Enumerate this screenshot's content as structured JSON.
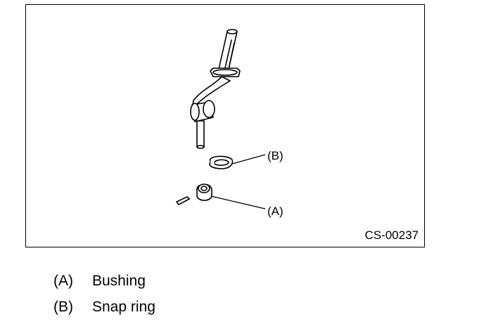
{
  "figure": {
    "code": "CS-00237",
    "callouts": [
      {
        "id": "B",
        "label": "(B)"
      },
      {
        "id": "A",
        "label": "(A)"
      }
    ]
  },
  "legend": [
    {
      "key": "(A)",
      "text": "Bushing"
    },
    {
      "key": "(B)",
      "text": "Snap ring"
    }
  ]
}
